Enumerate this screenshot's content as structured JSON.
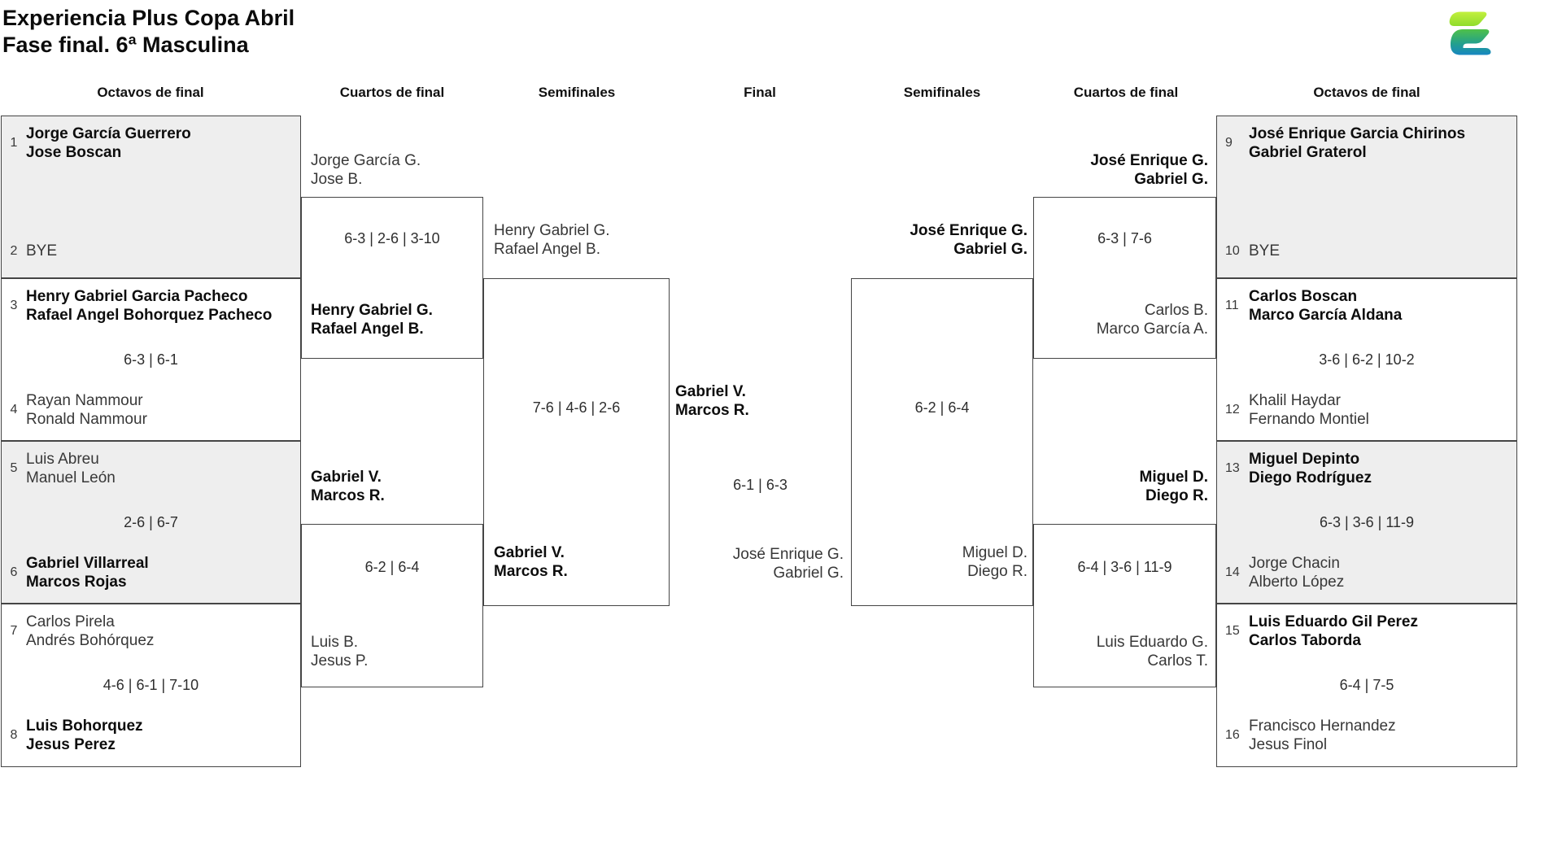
{
  "header": {
    "title_line1": "Experiencia Plus Copa Abril",
    "title_line2": "Fase final. 6ª Masculina",
    "logo": "experiencia-plus-logo"
  },
  "round_headers": [
    "Octavos de final",
    "Cuartos de final",
    "Semifinales",
    "Final",
    "Semifinales",
    "Cuartos de final",
    "Octavos de final"
  ],
  "colors": {
    "box_border": "#454545",
    "box_fill_alt": "#eeeeee",
    "winner_text": "#0d0d0d",
    "regular_text": "#383838",
    "logo_lime_top": "#c3f03f",
    "logo_lime_bottom": "#8fdc2b",
    "logo_green": "#4fc148",
    "logo_blue": "#1787c1"
  },
  "bracket": {
    "octavos_left": [
      {
        "seed_top": "1",
        "top": [
          "Jorge García Guerrero",
          "Jose Boscan"
        ],
        "top_winner": true,
        "seed_bottom": "2",
        "bottom": [
          "BYE"
        ],
        "bottom_winner": false
      },
      {
        "seed_top": "3",
        "top": [
          "Henry Gabriel Garcia Pacheco",
          "Rafael Angel Bohorquez Pacheco"
        ],
        "top_winner": true,
        "score": "6-3 | 6-1",
        "seed_bottom": "4",
        "bottom": [
          "Rayan Nammour",
          "Ronald Nammour"
        ],
        "bottom_winner": false
      },
      {
        "seed_top": "5",
        "top": [
          "Luis Abreu",
          "Manuel León"
        ],
        "top_winner": false,
        "score": "2-6 | 6-7",
        "seed_bottom": "6",
        "bottom": [
          "Gabriel Villarreal",
          "Marcos Rojas"
        ],
        "bottom_winner": true
      },
      {
        "seed_top": "7",
        "top": [
          "Carlos Pirela",
          "Andrés Bohórquez"
        ],
        "top_winner": false,
        "score": "4-6 | 6-1 | 7-10",
        "seed_bottom": "8",
        "bottom": [
          "Luis Bohorquez",
          "Jesus Perez"
        ],
        "bottom_winner": true
      }
    ],
    "octavos_right": [
      {
        "seed_top": "9",
        "top": [
          "José Enrique Garcia Chirinos",
          "Gabriel Graterol"
        ],
        "top_winner": true,
        "seed_bottom": "10",
        "bottom": [
          "BYE"
        ],
        "bottom_winner": false
      },
      {
        "seed_top": "11",
        "top": [
          "Carlos Boscan",
          "Marco García Aldana"
        ],
        "top_winner": true,
        "score": "3-6 | 6-2 | 10-2",
        "seed_bottom": "12",
        "bottom": [
          "Khalil Haydar",
          "Fernando Montiel"
        ],
        "bottom_winner": false
      },
      {
        "seed_top": "13",
        "top": [
          "Miguel Depinto",
          "Diego Rodríguez"
        ],
        "top_winner": true,
        "score": "6-3 | 3-6 | 11-9",
        "seed_bottom": "14",
        "bottom": [
          "Jorge Chacin",
          "Alberto López"
        ],
        "bottom_winner": false
      },
      {
        "seed_top": "15",
        "top": [
          "Luis Eduardo Gil Perez",
          "Carlos Taborda"
        ],
        "top_winner": true,
        "score": "6-4 | 7-5",
        "seed_bottom": "16",
        "bottom": [
          "Francisco Hernandez",
          "Jesus Finol"
        ],
        "bottom_winner": false
      }
    ],
    "cuartos_left": [
      {
        "top": [
          "Jorge García G.",
          "Jose B."
        ],
        "top_winner": false,
        "score": "6-3 | 2-6 | 3-10",
        "bottom": [
          "Henry Gabriel G.",
          "Rafael Angel B."
        ],
        "bottom_winner": true
      },
      {
        "top": [
          "Gabriel V.",
          "Marcos R."
        ],
        "top_winner": true,
        "score": "6-2 | 6-4",
        "bottom": [
          "Luis B.",
          "Jesus P."
        ],
        "bottom_winner": false
      }
    ],
    "cuartos_right": [
      {
        "top": [
          "José Enrique G.",
          "Gabriel G."
        ],
        "top_winner": true,
        "score": "6-3 | 7-6",
        "bottom": [
          "Carlos B.",
          "Marco García A."
        ],
        "bottom_winner": false
      },
      {
        "top": [
          "Miguel D.",
          "Diego R."
        ],
        "top_winner": true,
        "score": "6-4 | 3-6 | 11-9",
        "bottom": [
          "Luis Eduardo G.",
          "Carlos T."
        ],
        "bottom_winner": false
      }
    ],
    "semis_left": {
      "top": [
        "Henry Gabriel G.",
        "Rafael Angel B."
      ],
      "top_winner": false,
      "score": "7-6 | 4-6 | 2-6",
      "bottom": [
        "Gabriel V.",
        "Marcos R."
      ],
      "bottom_winner": true
    },
    "semis_right": {
      "top": [
        "José Enrique G.",
        "Gabriel G."
      ],
      "top_winner": true,
      "score": "6-2 | 6-4",
      "bottom": [
        "Miguel D.",
        "Diego R."
      ],
      "bottom_winner": false
    },
    "final": {
      "top": [
        "Gabriel V.",
        "Marcos R."
      ],
      "top_winner": true,
      "score": "6-1 | 6-3",
      "bottom": [
        "José Enrique G.",
        "Gabriel G."
      ],
      "bottom_winner": false
    }
  }
}
